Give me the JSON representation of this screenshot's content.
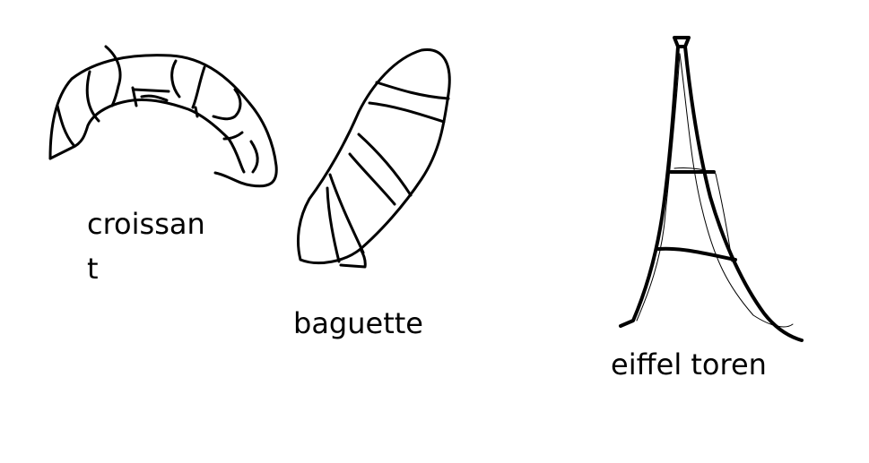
{
  "labels": {
    "croissant_line1": "croissan",
    "croissant_line2": "t",
    "baguette": "baguette",
    "eiffel": "eiffel toren"
  },
  "colors": {
    "ink": "#000000",
    "background": "#ffffff"
  }
}
